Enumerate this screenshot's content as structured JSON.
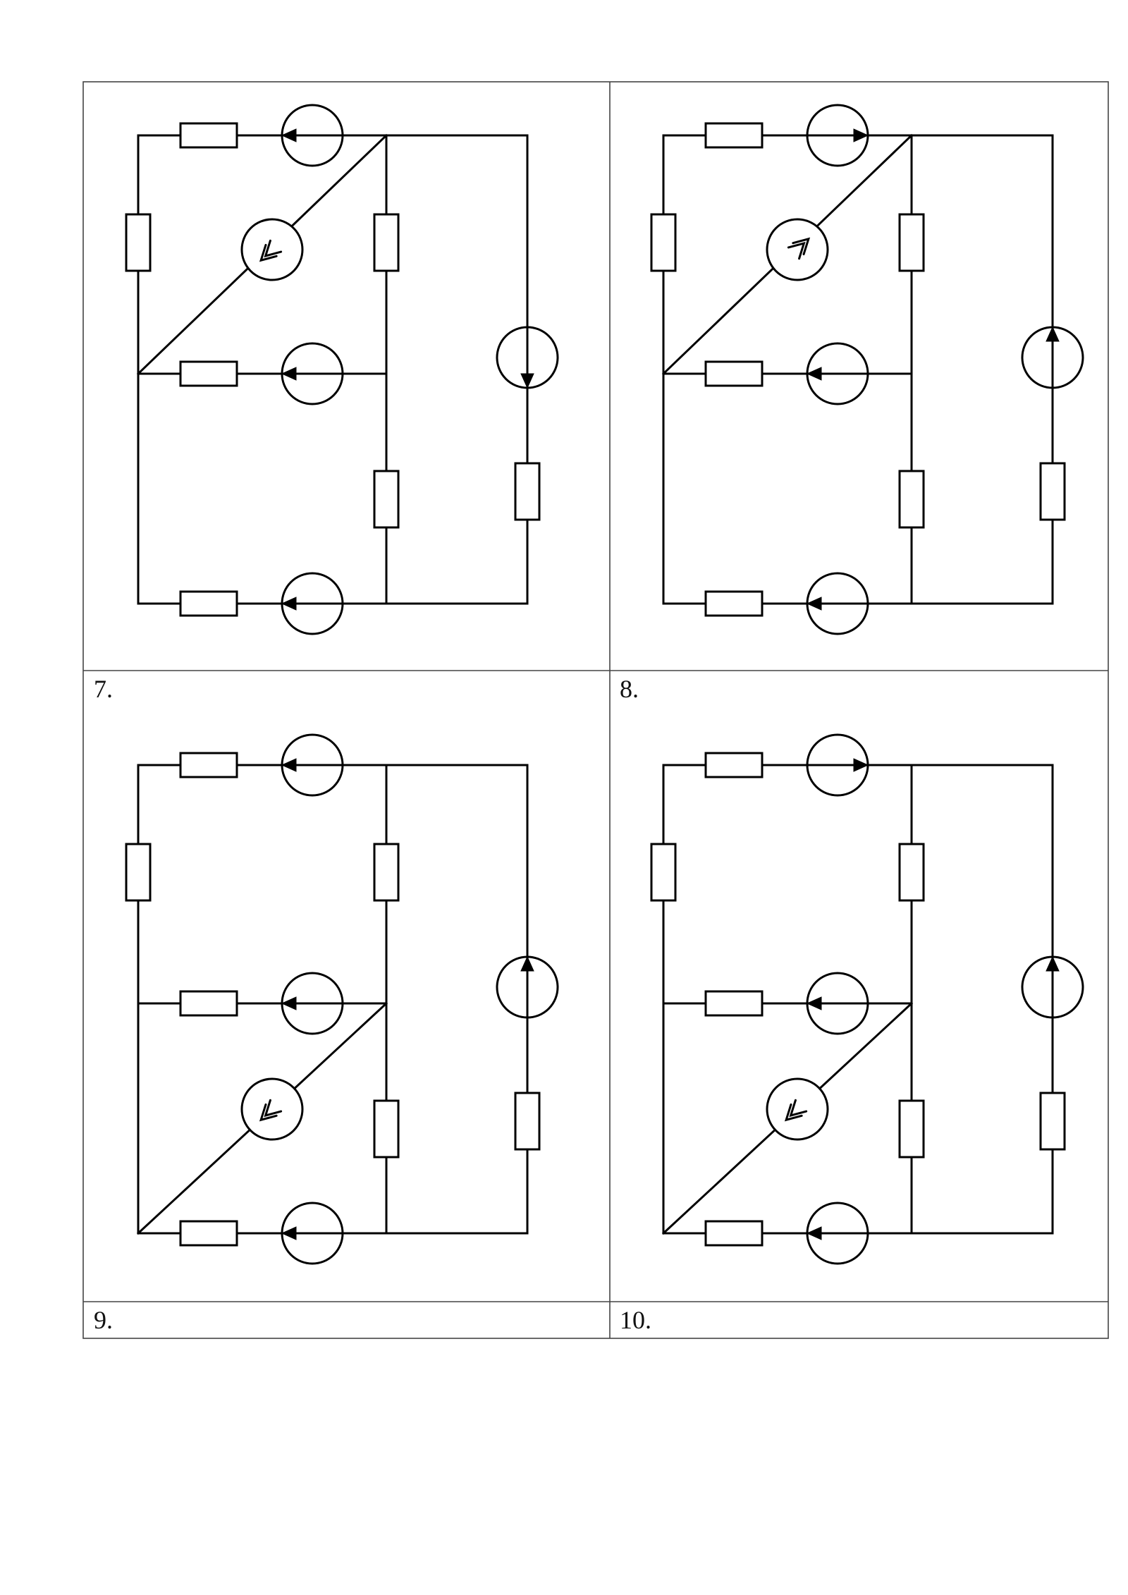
{
  "labels": {
    "cell_7": "7.",
    "cell_8": "8.",
    "cell_9": "9.",
    "cell_10": "10."
  },
  "circuits": [
    {
      "id": "7",
      "diagonal": "top",
      "diag_dir": "down-left",
      "top_src": "left",
      "mid_src": "left",
      "bot_src": "left",
      "right_src": "down"
    },
    {
      "id": "8",
      "diagonal": "top",
      "diag_dir": "up-right",
      "top_src": "right",
      "mid_src": "left",
      "bot_src": "left",
      "right_src": "up"
    },
    {
      "id": "9",
      "diagonal": "bottom",
      "diag_dir": "down-left",
      "top_src": "left",
      "mid_src": "left",
      "bot_src": "left",
      "right_src": "up"
    },
    {
      "id": "10",
      "diagonal": "bottom",
      "diag_dir": "down-left",
      "top_src": "right",
      "mid_src": "left",
      "bot_src": "left",
      "right_src": "up"
    }
  ]
}
